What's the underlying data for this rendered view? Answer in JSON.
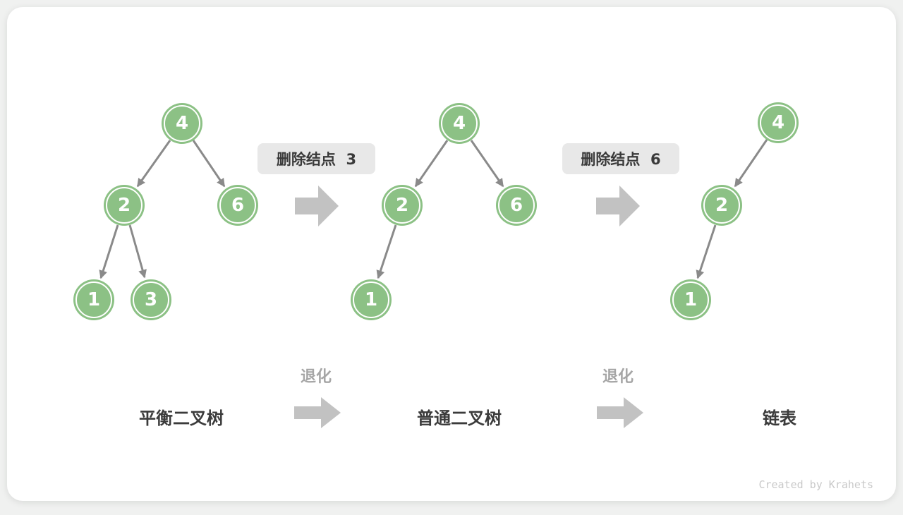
{
  "figure": {
    "stages": [
      {
        "caption": "平衡二叉树",
        "nodes": [
          "4",
          "2",
          "6",
          "1",
          "3"
        ]
      },
      {
        "caption": "普通二叉树",
        "nodes": [
          "4",
          "2",
          "6",
          "1"
        ]
      },
      {
        "caption": "链表",
        "nodes": [
          "4",
          "2",
          "1"
        ]
      }
    ],
    "operations": [
      {
        "label": "删除结点  3"
      },
      {
        "label": "删除结点  6"
      }
    ],
    "degrade_label": "退化",
    "watermark": "Created by Krahets"
  },
  "colors": {
    "node_fill": "#8cc185",
    "node_ring": "#ffffff",
    "edge": "#8a8a8a",
    "block_arrow": "#c2c2c2",
    "label_box_bg": "#e8e8e8",
    "label_text": "#3a3a3a",
    "caption_text": "#3b3b3b",
    "degrade_text": "#a6a6a6",
    "watermark_text": "#c9c9c9"
  }
}
